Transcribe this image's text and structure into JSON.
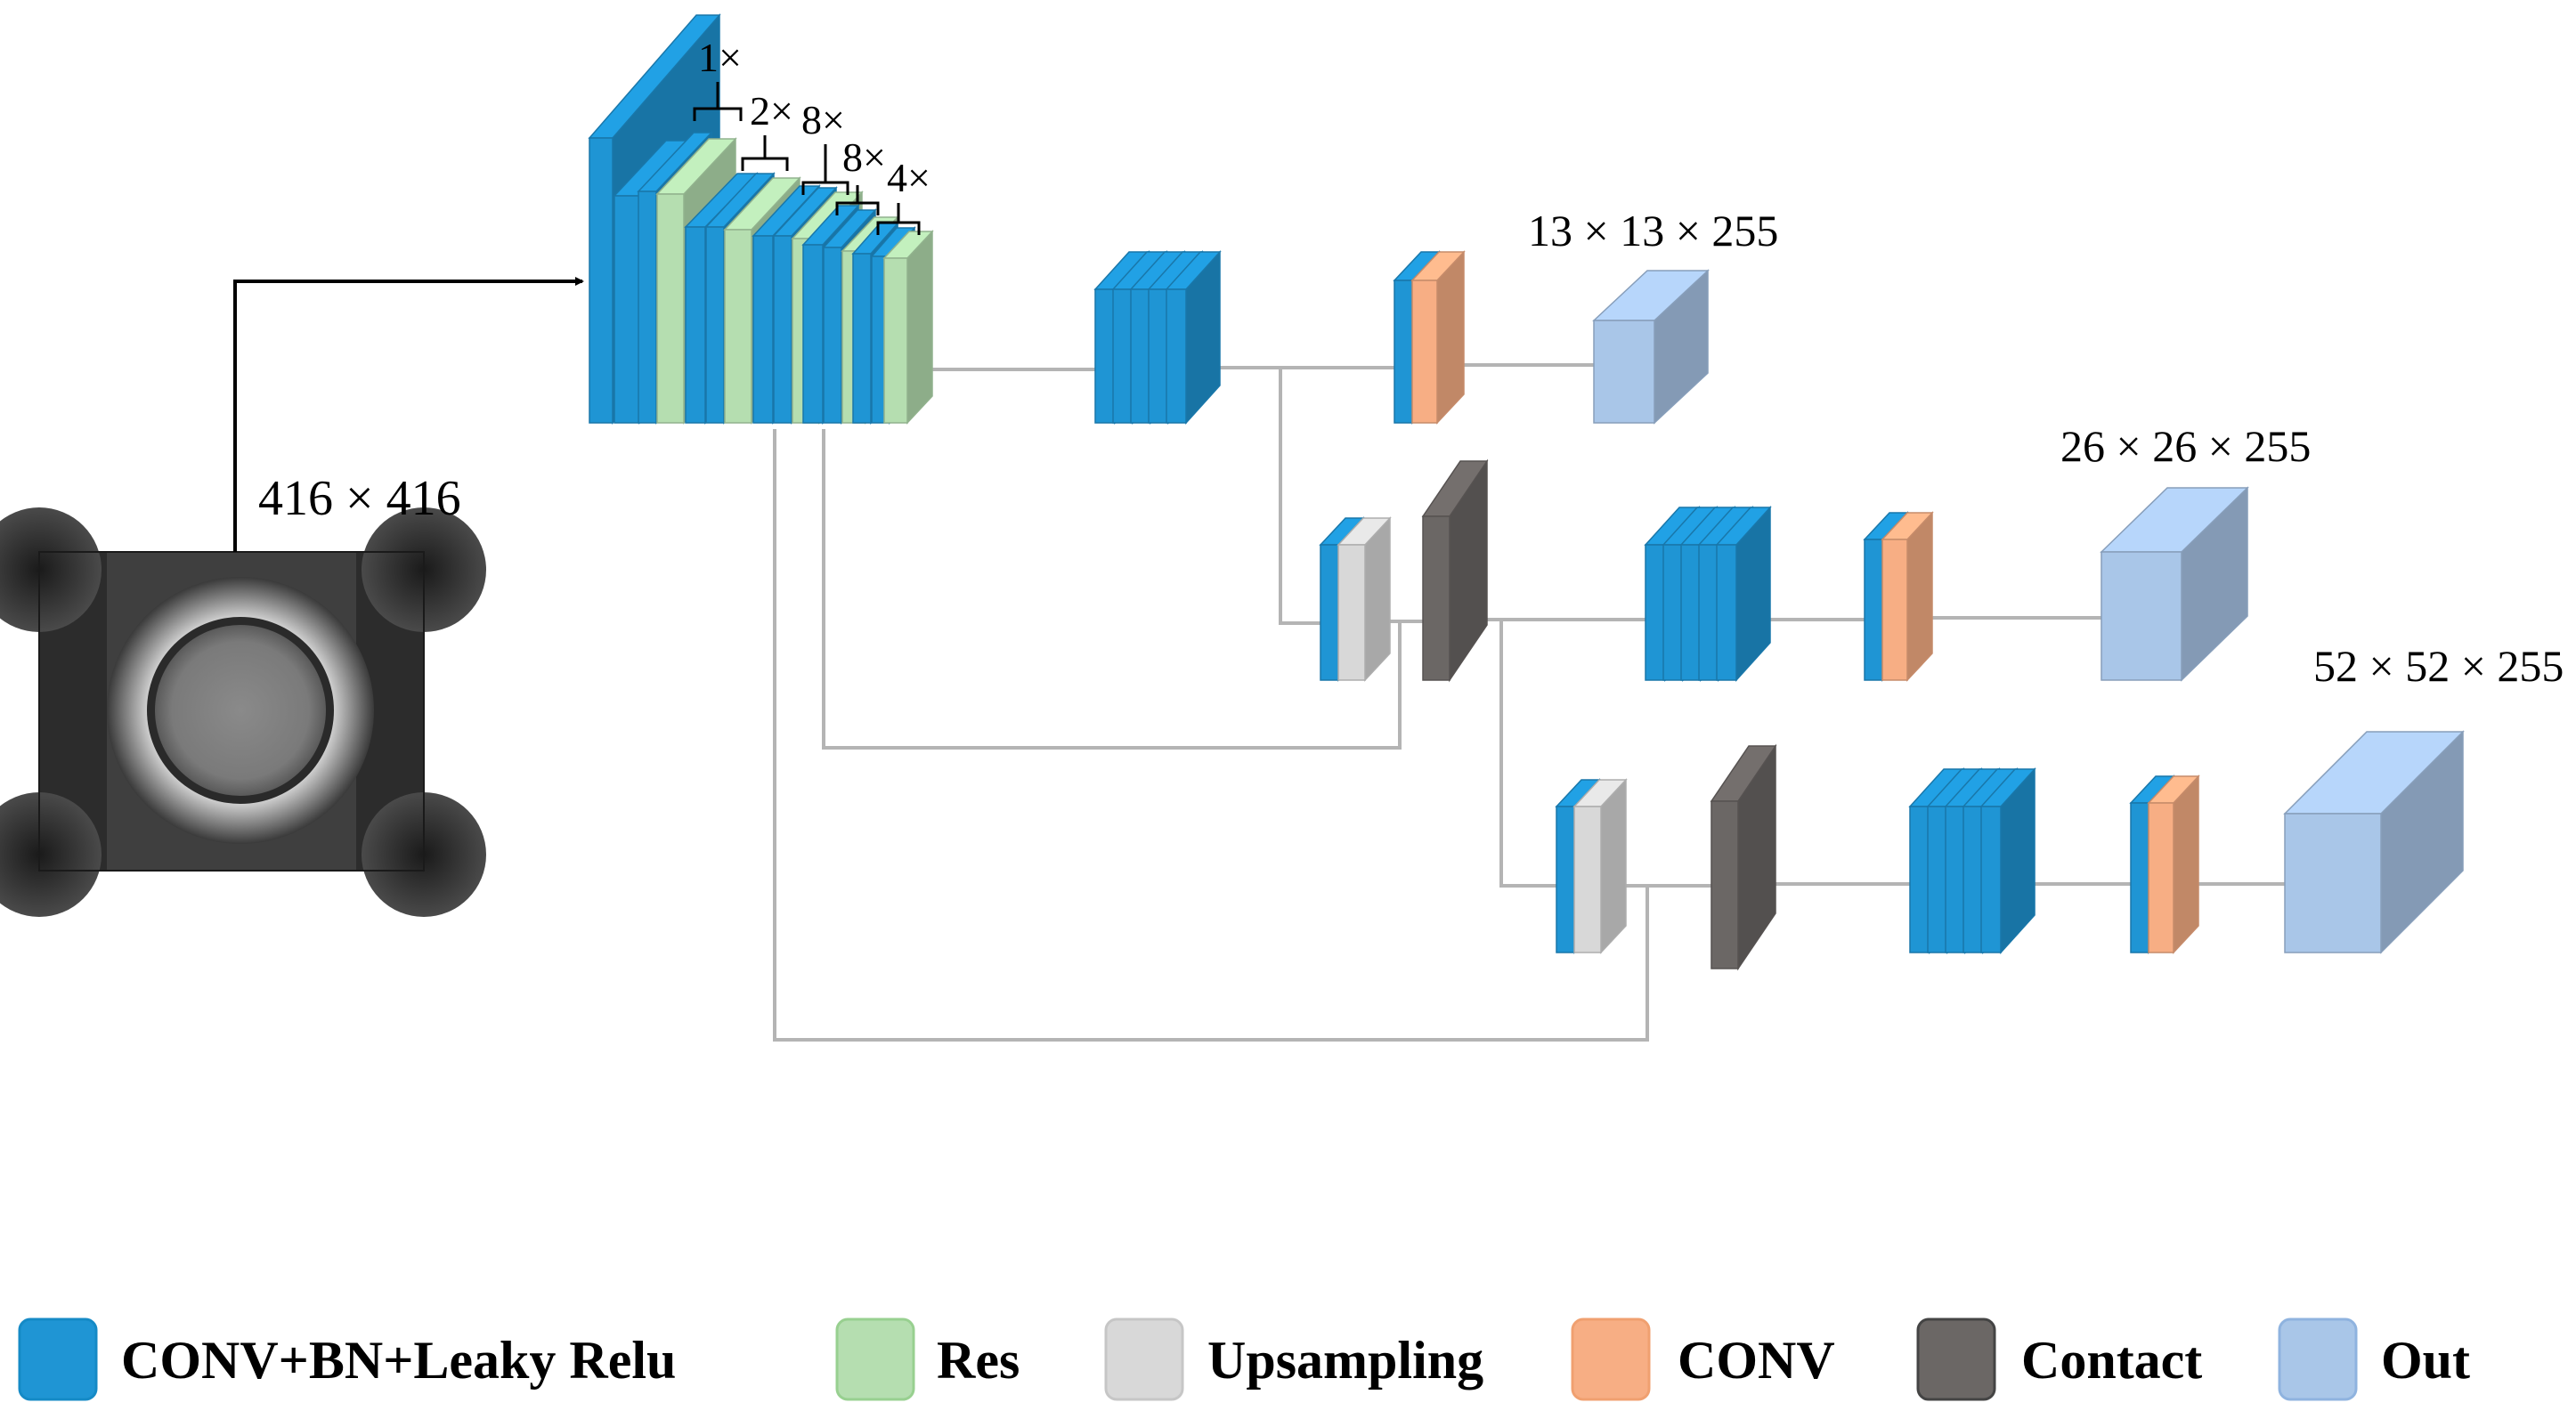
{
  "input": {
    "size_label": "416 × 416"
  },
  "backbone": {
    "repeat_labels": [
      "1×",
      "2×",
      "8×",
      "8×",
      "4×"
    ]
  },
  "outputs": [
    {
      "label": "13 × 13 × 255"
    },
    {
      "label": "26 × 26 × 255"
    },
    {
      "label": "52 × 52 × 255"
    }
  ],
  "legend": [
    {
      "key": "conv_bn_leaky",
      "label": "CONV+BN+Leaky Relu",
      "color": "#1f95d4"
    },
    {
      "key": "res",
      "label": "Res",
      "color": "#b5deb0"
    },
    {
      "key": "upsampling",
      "label": "Upsampling",
      "color": "#d8d8d8"
    },
    {
      "key": "conv",
      "label": "CONV",
      "color": "#f7ae84"
    },
    {
      "key": "contact",
      "label": "Contact",
      "color": "#6b6765"
    },
    {
      "key": "out",
      "label": "Out",
      "color": "#a9c6e8"
    }
  ],
  "colors": {
    "blue": "#1f95d4",
    "green": "#b5deb0",
    "gray": "#d8d8d8",
    "orange": "#f7ae84",
    "dark": "#6b6765",
    "out": "#a9c6e8",
    "connector": "#b4b4b4"
  }
}
